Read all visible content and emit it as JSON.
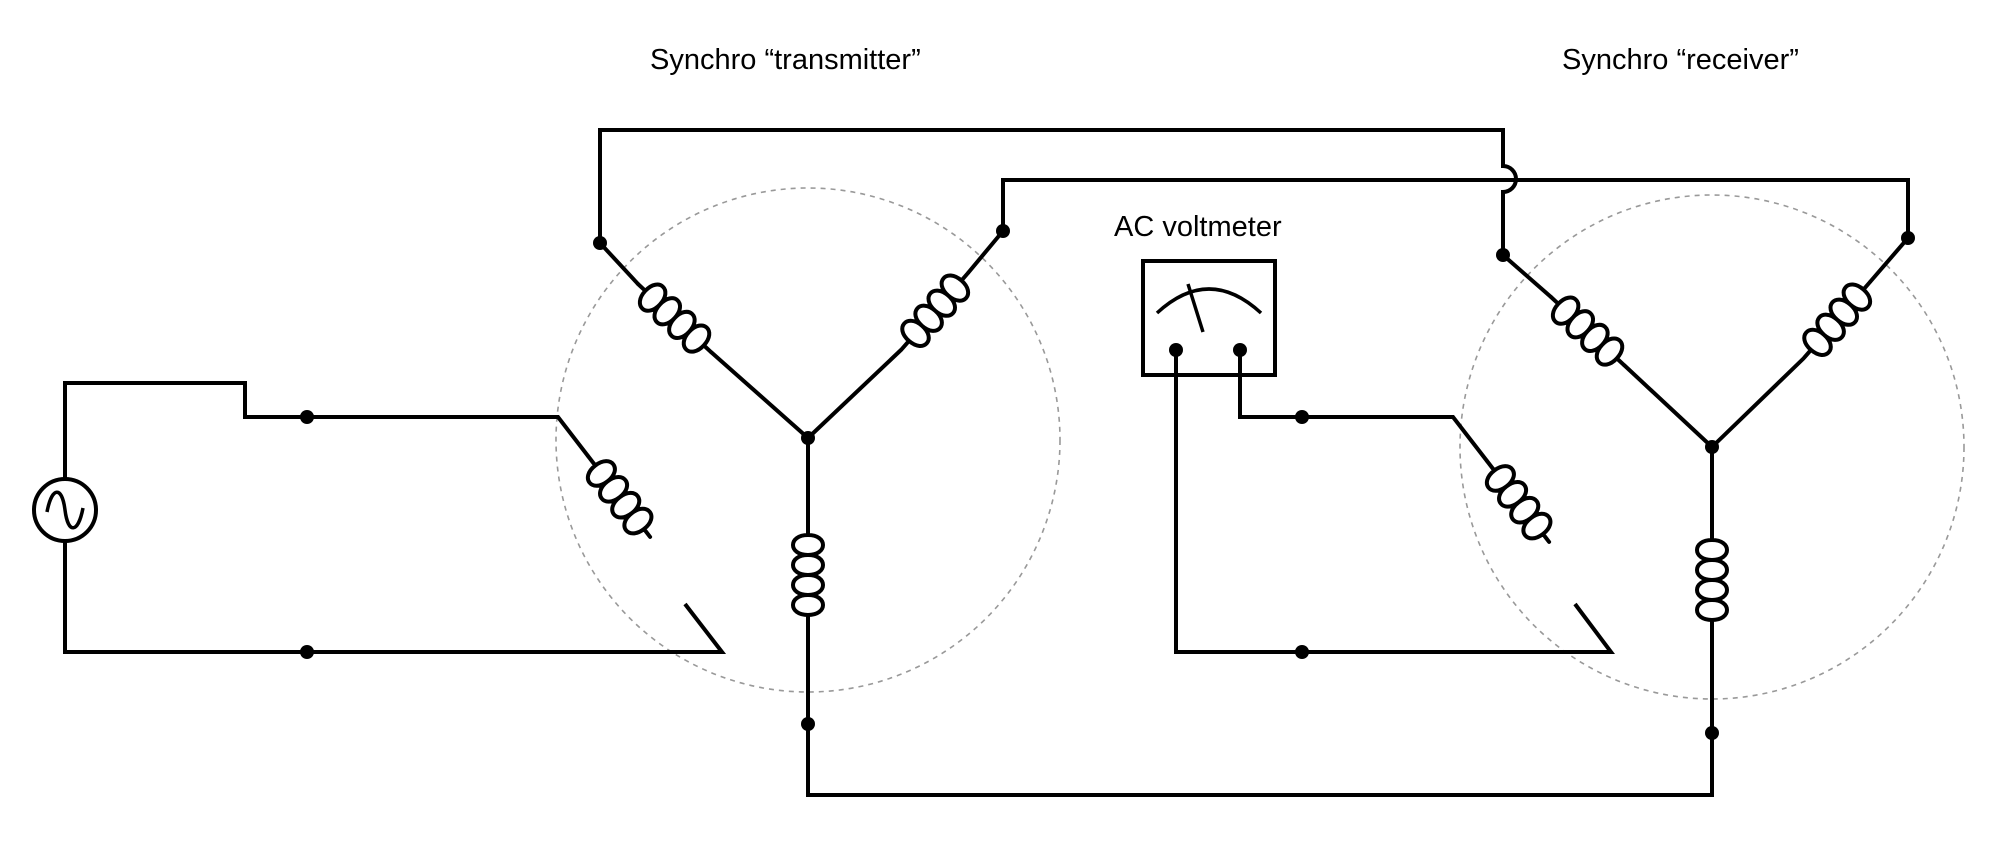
{
  "labels": {
    "transmitter": "Synchro “transmitter”",
    "receiver": "Synchro “receiver”",
    "voltmeter": "AC voltmeter"
  },
  "colors": {
    "wire": "#000000",
    "housing_dashes": "#999999",
    "background": "#ffffff"
  },
  "icons": [
    "ac-source-icon",
    "voltmeter-icon"
  ]
}
